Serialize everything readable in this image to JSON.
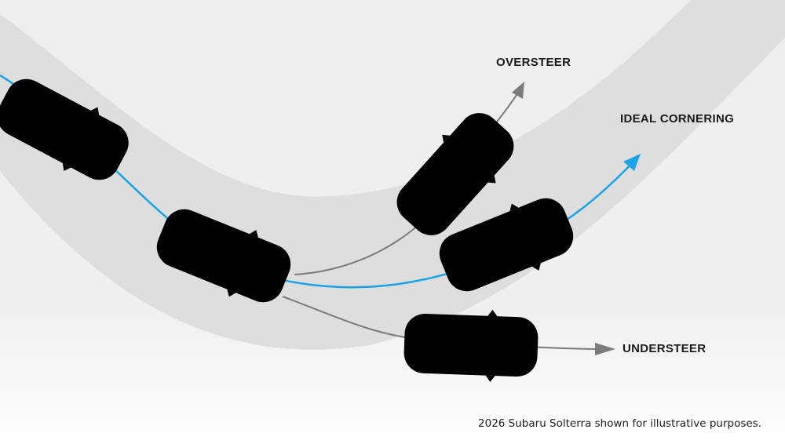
{
  "labels": {
    "oversteer": "OVERSTEER",
    "ideal": "IDEAL CORNERING",
    "understeer": "UNDERSTEER"
  },
  "caption": "2026 Subaru Solterra shown for illustrative purposes.",
  "colors": {
    "background": "#eeeeee",
    "road": "#dedede",
    "ideal_blue": "#1ba3e8",
    "car_blue_fill": "#cde9fb",
    "gray_path": "#7b7b7b",
    "car_white_fill": "#ffffff"
  },
  "icons": [
    "car-top-view-icon",
    "arrow-right-icon"
  ]
}
